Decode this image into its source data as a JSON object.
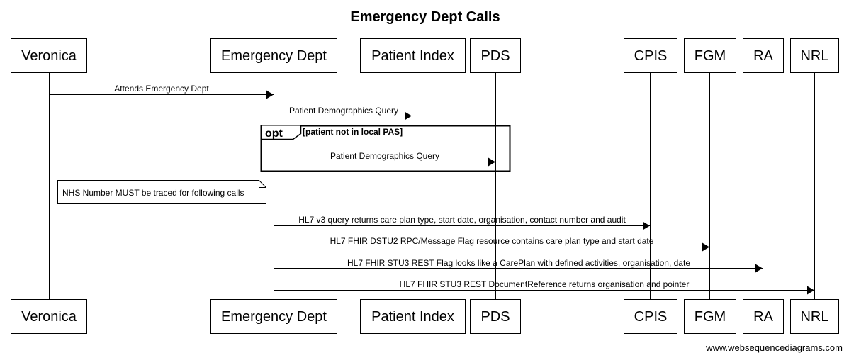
{
  "diagram": {
    "title": "Emergency Dept Calls",
    "watermark": "www.websequencediagrams.com",
    "participants": [
      {
        "id": "veronica",
        "label": "Veronica"
      },
      {
        "id": "ed",
        "label": "Emergency Dept"
      },
      {
        "id": "pi",
        "label": "Patient Index"
      },
      {
        "id": "pds",
        "label": "PDS"
      },
      {
        "id": "cpis",
        "label": "CPIS"
      },
      {
        "id": "fgm",
        "label": "FGM"
      },
      {
        "id": "ra",
        "label": "RA"
      },
      {
        "id": "nrl",
        "label": "NRL"
      }
    ],
    "messages": [
      {
        "from": "veronica",
        "to": "ed",
        "label": "Attends Emergency Dept"
      },
      {
        "from": "ed",
        "to": "pi",
        "label": "Patient Demographics Query"
      },
      {
        "from": "ed",
        "to": "pds",
        "label": "Patient Demographics Query"
      },
      {
        "from": "ed",
        "to": "cpis",
        "label": "HL7 v3 query returns care plan type, start date, organisation, contact number and audit"
      },
      {
        "from": "ed",
        "to": "fgm",
        "label": "HL7 FHIR DSTU2 RPC/Message Flag resource contains care plan type and start date"
      },
      {
        "from": "ed",
        "to": "ra",
        "label": "HL7 FHIR STU3 REST Flag looks like a CarePlan with defined activities, organisation, date"
      },
      {
        "from": "ed",
        "to": "nrl",
        "label": "HL7 FHIR STU3 REST DocumentReference returns organisation and pointer"
      }
    ],
    "opt_fragment": {
      "keyword": "opt",
      "condition": "[patient not in local PAS]"
    },
    "note": {
      "text": "NHS Number MUST be traced for following calls"
    }
  }
}
